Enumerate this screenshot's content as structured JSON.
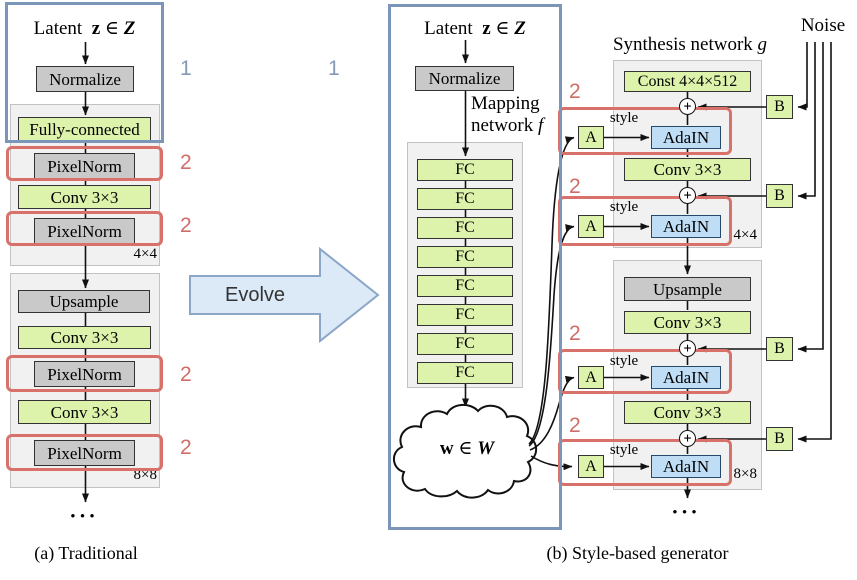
{
  "colors": {
    "blue_border": "#7b96b8",
    "red_highlight": "#d9716b",
    "green_box": "#ddf2ab",
    "gray_box": "#c9c9c9",
    "adain_blue": "#bfdef5",
    "marker_blue": "#8599b5",
    "marker_red": "#cf6e68",
    "evolve_fill": "#dce9f7",
    "panel_fill": "#f1f1f1"
  },
  "left": {
    "latent": {
      "word": "Latent",
      "var": "z",
      "in": "∈",
      "space": "Z"
    },
    "normalize": "Normalize",
    "fully_connected": "Fully-connected",
    "pixelnorm": "PixelNorm",
    "conv": "Conv 3×3",
    "upsample": "Upsample",
    "res4": "4×4",
    "res8": "8×8",
    "dots": "•••",
    "caption": "(a) Traditional",
    "marker1": "1",
    "marker2": "2"
  },
  "evolve": {
    "label": "Evolve"
  },
  "right": {
    "latent": {
      "word": "Latent",
      "var": "z",
      "in": "∈",
      "space": "Z"
    },
    "normalize": "Normalize",
    "mapping": {
      "line1": "Mapping",
      "line2": "network",
      "f": "f"
    },
    "fc": "FC",
    "w_cloud": {
      "var": "w",
      "in": "∈",
      "space": "W"
    },
    "synthesis": {
      "title": "Synthesis network",
      "g": "g"
    },
    "noise": "Noise",
    "const": "Const 4×4×512",
    "style": "style",
    "a": "A",
    "b": "B",
    "adain": "AdaIN",
    "conv": "Conv 3×3",
    "upsample": "Upsample",
    "plus": "+",
    "res4": "4×4",
    "res8": "8×8",
    "dots": "•••",
    "caption": "(b) Style-based generator",
    "marker1": "1",
    "marker2": "2"
  }
}
